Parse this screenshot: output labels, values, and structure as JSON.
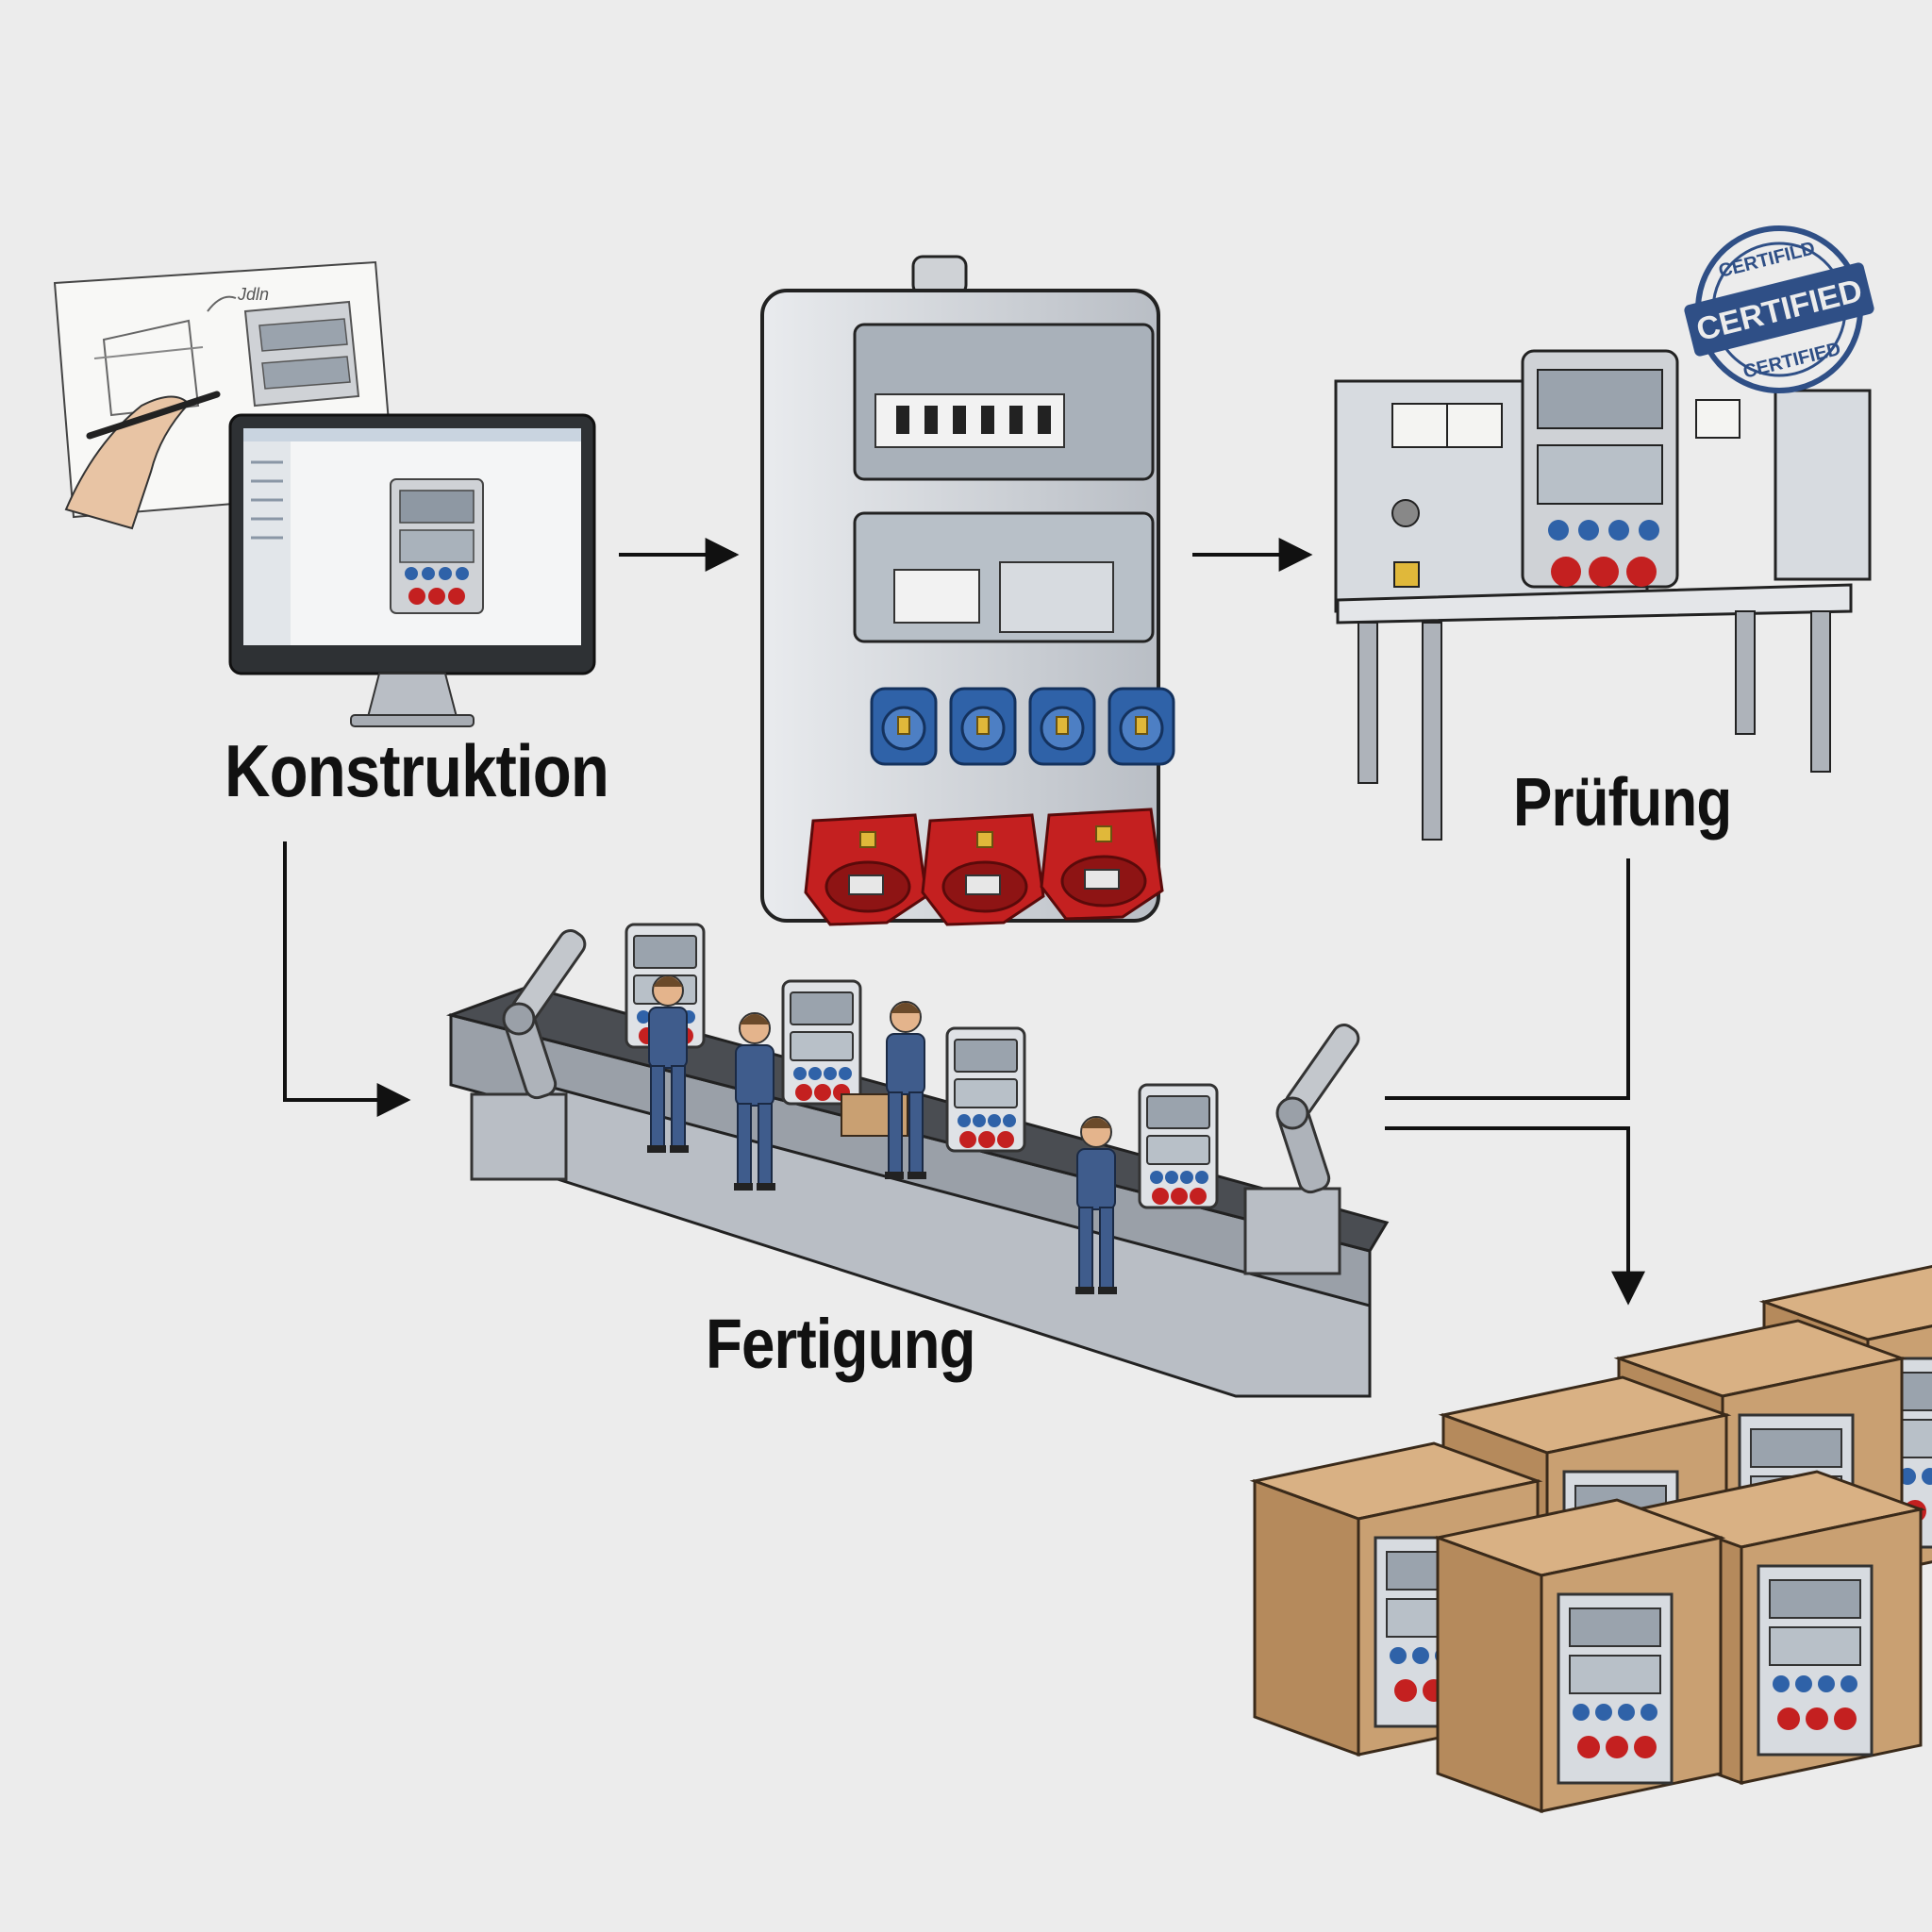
{
  "stages": {
    "konstruktion": "Konstruktion",
    "fertigung": "Fertigung",
    "pruefung": "Prüfung"
  },
  "sketch_note": "Jdln",
  "stamp": {
    "main": "CERTIFIED",
    "top": "CERTIFILD",
    "bottom": "CERTIFIED",
    "color": "#2f4f86"
  },
  "colors": {
    "background": "#ececec",
    "enclosure": "#cfd2d6",
    "socket_blue": "#2f62a8",
    "plug_red": "#c42020",
    "cardboard": "#c9a072",
    "workwear": "#3f5c8c"
  },
  "icons": {
    "arrow": "arrow-right-icon"
  }
}
